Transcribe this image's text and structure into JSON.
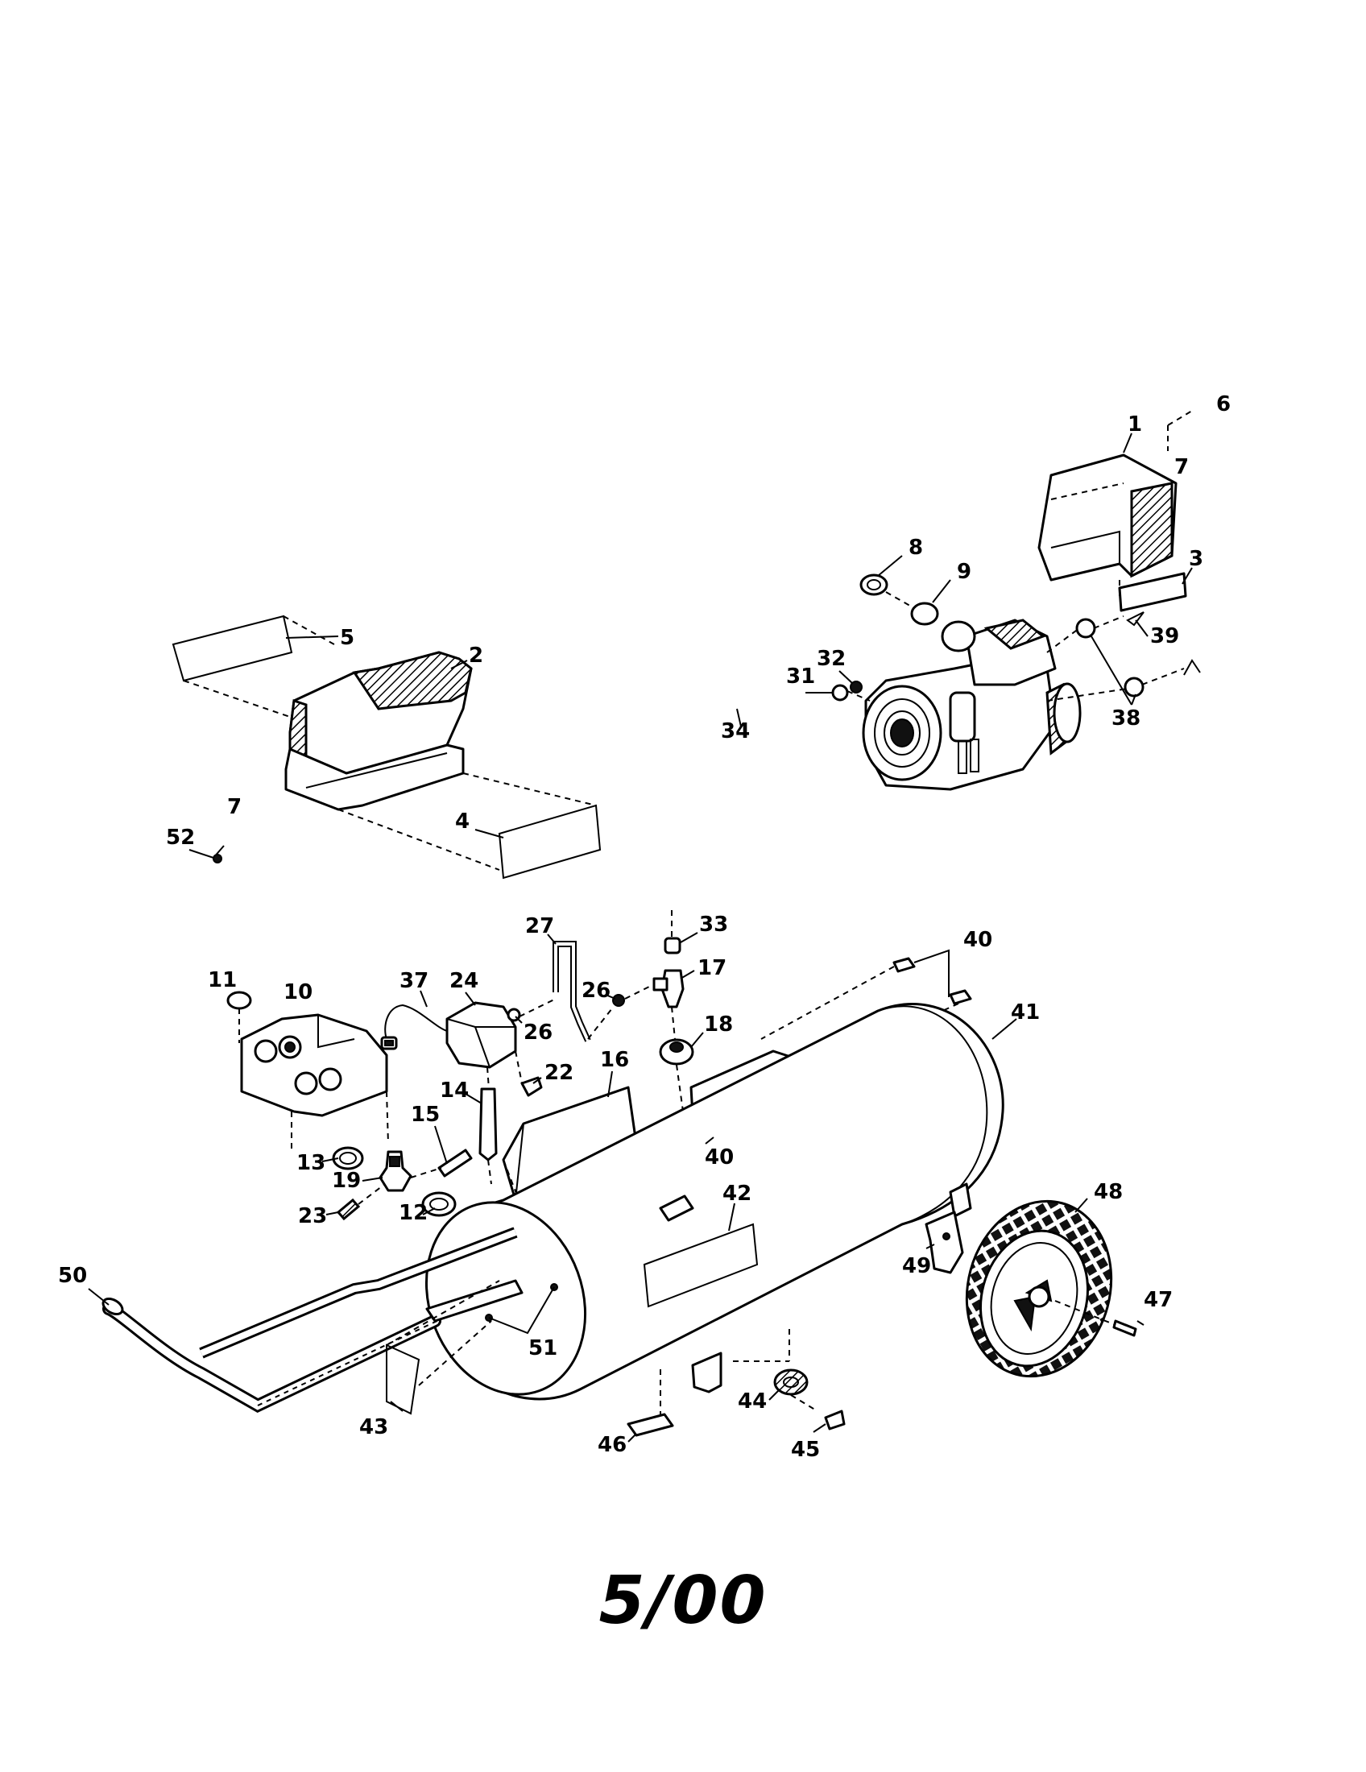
{
  "footer": {
    "date": "5/00"
  },
  "callouts": [
    {
      "id": "1",
      "label": "1"
    },
    {
      "id": "2",
      "label": "2"
    },
    {
      "id": "3",
      "label": "3"
    },
    {
      "id": "4",
      "label": "4"
    },
    {
      "id": "5",
      "label": "5"
    },
    {
      "id": "6",
      "label": "6"
    },
    {
      "id": "7a",
      "label": "7"
    },
    {
      "id": "7b",
      "label": "7"
    },
    {
      "id": "8",
      "label": "8"
    },
    {
      "id": "9",
      "label": "9"
    },
    {
      "id": "10",
      "label": "10"
    },
    {
      "id": "11",
      "label": "11"
    },
    {
      "id": "12",
      "label": "12"
    },
    {
      "id": "13",
      "label": "13"
    },
    {
      "id": "14",
      "label": "14"
    },
    {
      "id": "15",
      "label": "15"
    },
    {
      "id": "16",
      "label": "16"
    },
    {
      "id": "17",
      "label": "17"
    },
    {
      "id": "18",
      "label": "18"
    },
    {
      "id": "19",
      "label": "19"
    },
    {
      "id": "22",
      "label": "22"
    },
    {
      "id": "23",
      "label": "23"
    },
    {
      "id": "24",
      "label": "24"
    },
    {
      "id": "26a",
      "label": "26"
    },
    {
      "id": "26b",
      "label": "26"
    },
    {
      "id": "27",
      "label": "27"
    },
    {
      "id": "31",
      "label": "31"
    },
    {
      "id": "32",
      "label": "32"
    },
    {
      "id": "33",
      "label": "33"
    },
    {
      "id": "34",
      "label": "34"
    },
    {
      "id": "37",
      "label": "37"
    },
    {
      "id": "38",
      "label": "38"
    },
    {
      "id": "39",
      "label": "39"
    },
    {
      "id": "40a",
      "label": "40"
    },
    {
      "id": "40b",
      "label": "40"
    },
    {
      "id": "41",
      "label": "41"
    },
    {
      "id": "42",
      "label": "42"
    },
    {
      "id": "43",
      "label": "43"
    },
    {
      "id": "44",
      "label": "44"
    },
    {
      "id": "45",
      "label": "45"
    },
    {
      "id": "46",
      "label": "46"
    },
    {
      "id": "47",
      "label": "47"
    },
    {
      "id": "48",
      "label": "48"
    },
    {
      "id": "49",
      "label": "49"
    },
    {
      "id": "50",
      "label": "50"
    },
    {
      "id": "51",
      "label": "51"
    },
    {
      "id": "52",
      "label": "52"
    }
  ]
}
